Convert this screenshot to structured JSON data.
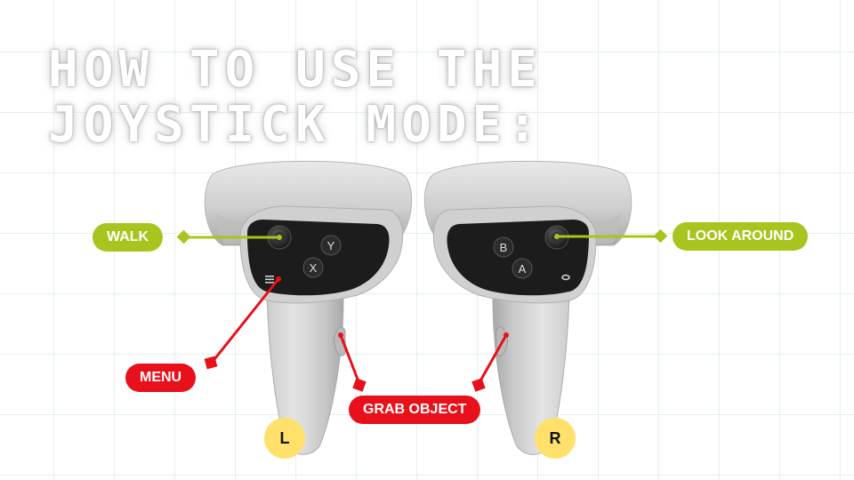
{
  "title": {
    "line1": "HOW TO USE THE",
    "line2": "JOYSTICK MODE:"
  },
  "labels": {
    "walk": "WALK",
    "look_around": "LOOK AROUND",
    "menu": "MENU",
    "grab_object": "GRAB OBJECT"
  },
  "buttons": {
    "y": "Y",
    "x": "X",
    "b": "B",
    "a": "A"
  },
  "badges": {
    "left": "L",
    "right": "R"
  },
  "colors": {
    "green_accent": "#a8c41e",
    "red_accent": "#e8101a",
    "badge_yellow": "#ffe06a",
    "controller_shell": "#d3d3d3",
    "button_face": "#1c1c1c"
  }
}
